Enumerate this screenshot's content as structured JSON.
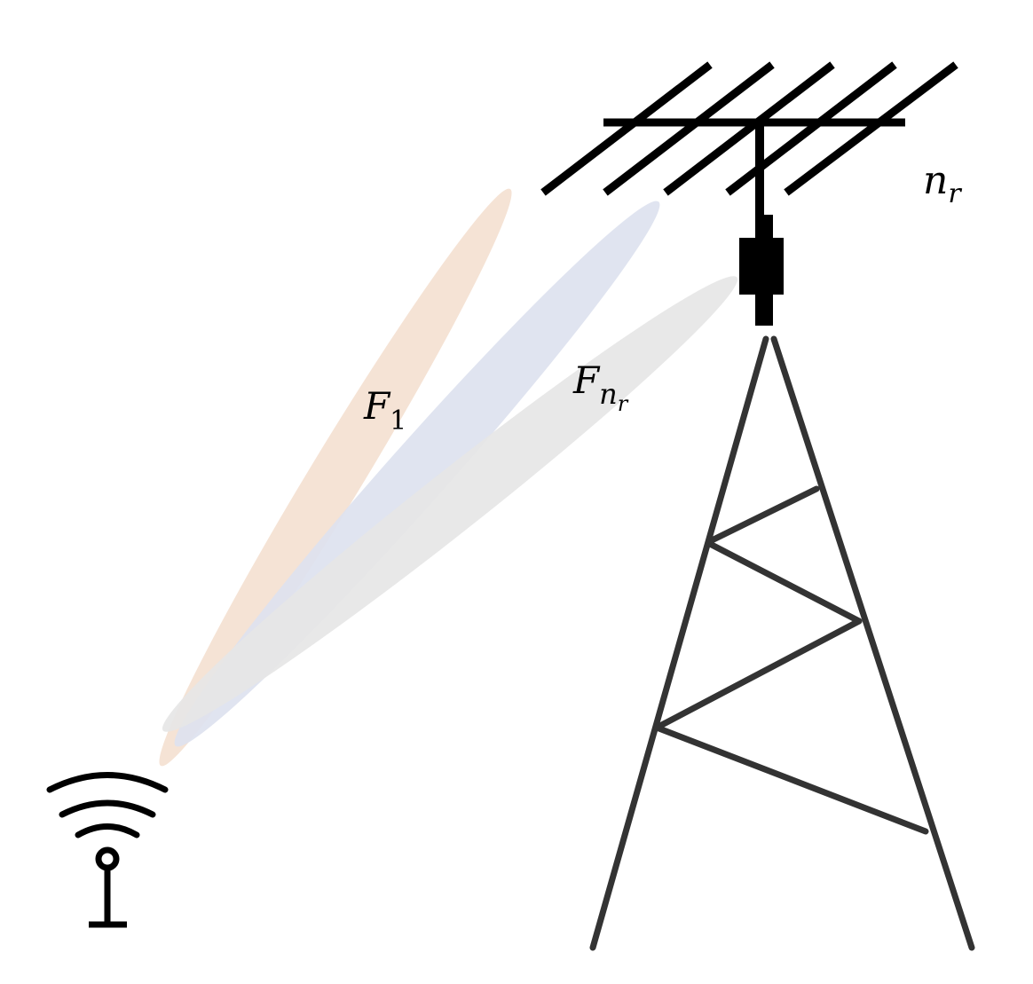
{
  "labels": {
    "beam_first": {
      "base": "F",
      "sub": "1"
    },
    "beam_last": {
      "base": "F",
      "sub_base": "n",
      "sub_sub": "r"
    },
    "antenna_count": {
      "base": "n",
      "sub": "r"
    }
  },
  "beams": [
    {
      "name": "beam-1",
      "color": "#f5e3d5"
    },
    {
      "name": "beam-2",
      "color": "#dde2ef"
    },
    {
      "name": "beam-nr",
      "color": "#e6e6e6"
    }
  ],
  "colors": {
    "tower": "#333333",
    "antenna": "#000000",
    "transmitter": "#000000"
  },
  "icons": [
    "wireless-transmitter-icon",
    "yagi-antenna-icon",
    "lattice-tower-icon"
  ]
}
